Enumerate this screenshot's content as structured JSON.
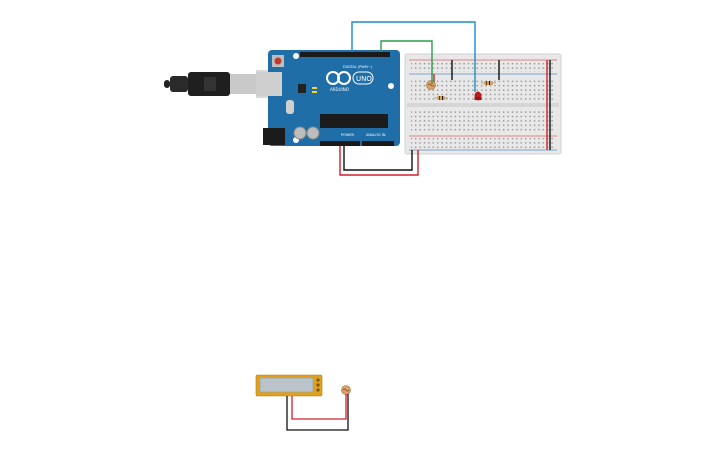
{
  "canvas": {
    "background": "#ffffff"
  },
  "arduino": {
    "model_label": "UNO",
    "brand_label": "ARDUINO",
    "digital_label": "DIGITAL (PWM~)",
    "power_label": "POWER",
    "analog_label": "ANALOG IN",
    "board_color": "#1f6ea8"
  },
  "breadboard": {
    "color": "#e8e8e8"
  },
  "wires": {
    "blue": "#1a8fc4",
    "green": "#2a9d4a",
    "red": "#d0202a",
    "black": "#111111"
  },
  "components": {
    "led_color": "#b71c1c",
    "resistor_color": "#d8a15a",
    "photoresistor_color": "#d9a36a",
    "lcd_frame_color": "#e0a21e",
    "lcd_screen_color": "#b9c3c9"
  }
}
